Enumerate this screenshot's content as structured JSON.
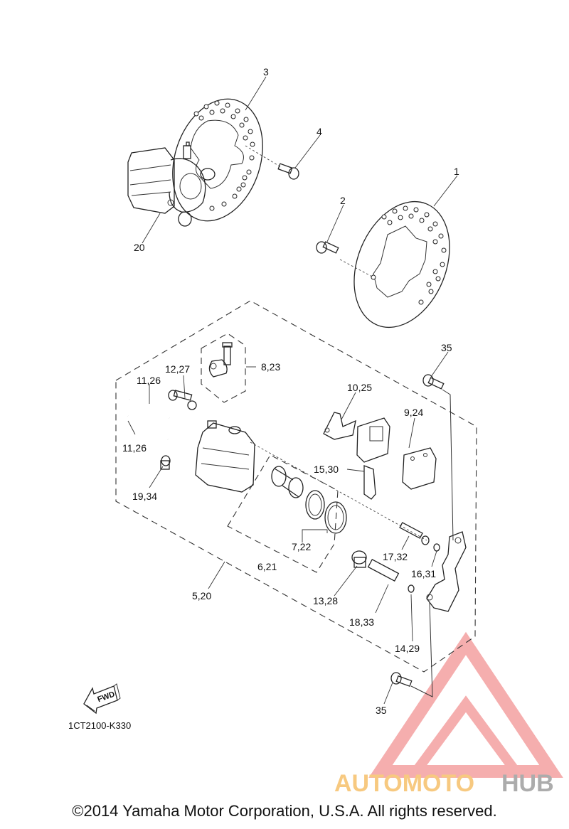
{
  "diagram": {
    "labels": {
      "p1": "1",
      "p2": "2",
      "p3": "3",
      "p4": "4",
      "p20": "20",
      "p8_23": "8,23",
      "p12_27": "12,27",
      "p11_26a": "11,26",
      "p11_26b": "11,26",
      "p10_25": "10,25",
      "p9_24": "9,24",
      "p35a": "35",
      "p15_30": "15,30",
      "p19_34": "19,34",
      "p7_22": "7,22",
      "p17_32": "17,32",
      "p6_21": "6,21",
      "p16_31": "16,31",
      "p5_20": "5,20",
      "p13_28": "13,28",
      "p18_33": "18,33",
      "p14_29": "14,29",
      "p35b": "35"
    },
    "fwd_label": "FWD",
    "drawing_code": "1CT2100-K330"
  },
  "watermark": {
    "text_part1": "AUTOMOTO",
    "text_part2": "HUB",
    "color_primary": "#f4a0a0",
    "color_secondary": "#f6c06a",
    "color_text_dark": "#9e9e9e"
  },
  "footer": {
    "copyright": "©2014 Yamaha Motor Corporation, U.S.A. All rights reserved."
  }
}
